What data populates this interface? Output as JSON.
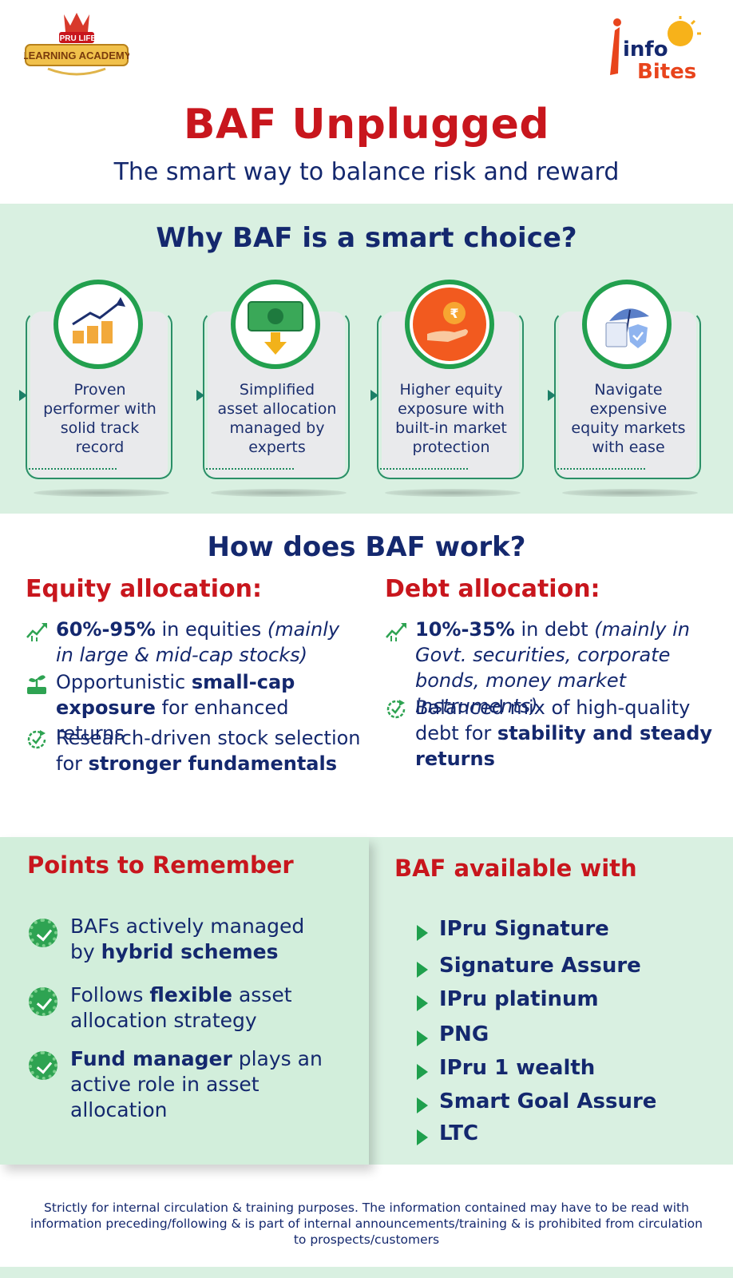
{
  "header": {
    "logo_left_line1": "IPRU LIFE",
    "logo_left_line2": "LEARNING ACADEMY",
    "logo_right_line1": "info",
    "logo_right_line2": "Bites",
    "title": "BAF Unplugged",
    "subtitle": "The smart way to balance risk and reward"
  },
  "why": {
    "title": "Why BAF is a smart choice?",
    "cards": [
      {
        "text": "Proven performer with solid track record",
        "icon": "growth-chart-icon"
      },
      {
        "text": "Simplified asset allocation managed by experts",
        "icon": "cash-arrow-icon"
      },
      {
        "text": "Higher equity exposure with built-in market protection",
        "icon": "rupee-hand-icon"
      },
      {
        "text": "Navigate expensive equity markets with ease",
        "icon": "umbrella-shield-icon"
      }
    ]
  },
  "how": {
    "title": "How does BAF work?",
    "equity": {
      "heading": "Equity allocation:",
      "i1_bold": "60%-95%",
      "i1_rest": " in equities ",
      "i1_italic": "(mainly in large & mid-cap stocks)",
      "i2_a": "Opportunistic ",
      "i2_bold": "small-cap exposure",
      "i2_b": " for enhanced returns",
      "i3_a": "Research-driven stock selection for ",
      "i3_bold": "stronger fundamentals"
    },
    "debt": {
      "heading": "Debt allocation:",
      "i1_bold": "10%-35%",
      "i1_rest": " in debt ",
      "i1_italic": "(mainly in Govt. securities, corporate bonds, money market instruments)",
      "i2_a": "Balanced mix of high-quality debt for ",
      "i2_bold": "stability and steady returns"
    }
  },
  "points": {
    "heading": "Points to Remember",
    "p1_a": "BAFs actively managed by ",
    "p1_bold": "hybrid schemes",
    "p2_a": "Follows ",
    "p2_bold": "flexible",
    "p2_b": " asset allocation strategy",
    "p3_bold": "Fund manager",
    "p3_b": " plays an active role in asset allocation"
  },
  "available": {
    "heading": "BAF available with",
    "items": [
      "IPru Signature",
      "Signature Assure",
      "IPru platinum",
      "PNG",
      "IPru 1 wealth",
      "Smart Goal Assure",
      "LTC"
    ]
  },
  "disclaimer": "Strictly for internal circulation & training purposes. The information contained may have to be read with information preceding/following & is part of internal announcements/training & is prohibited from circulation to prospects/customers",
  "colors": {
    "brand_red": "#c8161d",
    "navy": "#14286e",
    "green": "#22a04e",
    "band": "#d9f0e1"
  }
}
